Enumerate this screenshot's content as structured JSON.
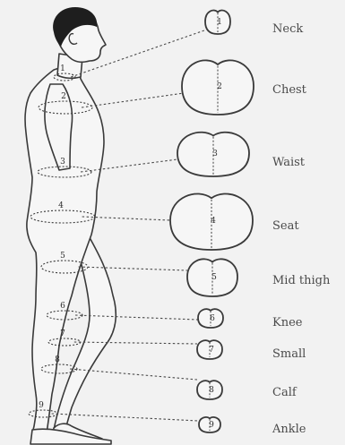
{
  "figure": {
    "measurements": [
      {
        "number": "1",
        "label": "Neck"
      },
      {
        "number": "2",
        "label": "Chest"
      },
      {
        "number": "3",
        "label": "Waist"
      },
      {
        "number": "4",
        "label": "Seat"
      },
      {
        "number": "5",
        "label": "Mid thigh"
      },
      {
        "number": "6",
        "label": "Knee"
      },
      {
        "number": "7",
        "label": "Small"
      },
      {
        "number": "8",
        "label": "Calf"
      },
      {
        "number": "9",
        "label": "Ankle"
      }
    ],
    "colors": {
      "ink": "#3a3a3a",
      "paper": "#f2f2f2",
      "hair": "#1e1e1e"
    }
  }
}
